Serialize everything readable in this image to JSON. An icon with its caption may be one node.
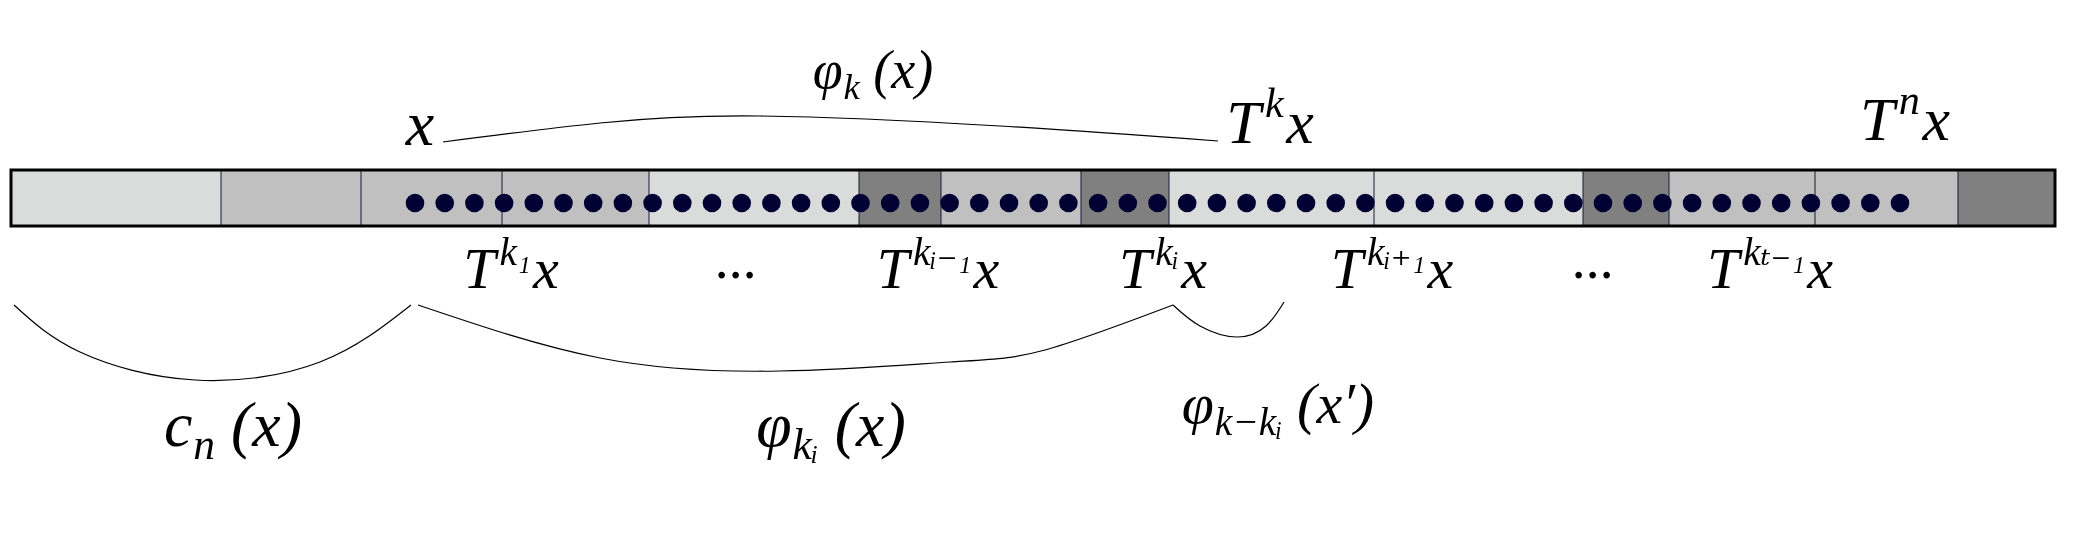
{
  "diagram": {
    "labels": [
      "φ$_{k}$ (x)",
      "x",
      "T$^{k}$x",
      "T$^{n}$x",
      "T$^{k₁}$x",
      "...",
      "T$^{kᵢ₋₁}$x",
      "T$^{kᵢ}$x",
      "T$^{kᵢ₊₁}$x",
      "...",
      "T$^{kₜ₋₁}$x",
      "c$_{n}$ (x)",
      "φ$_{kᵢ}$ (x)",
      "φ$_{k−kᵢ}$ (x′)"
    ]
  }
}
